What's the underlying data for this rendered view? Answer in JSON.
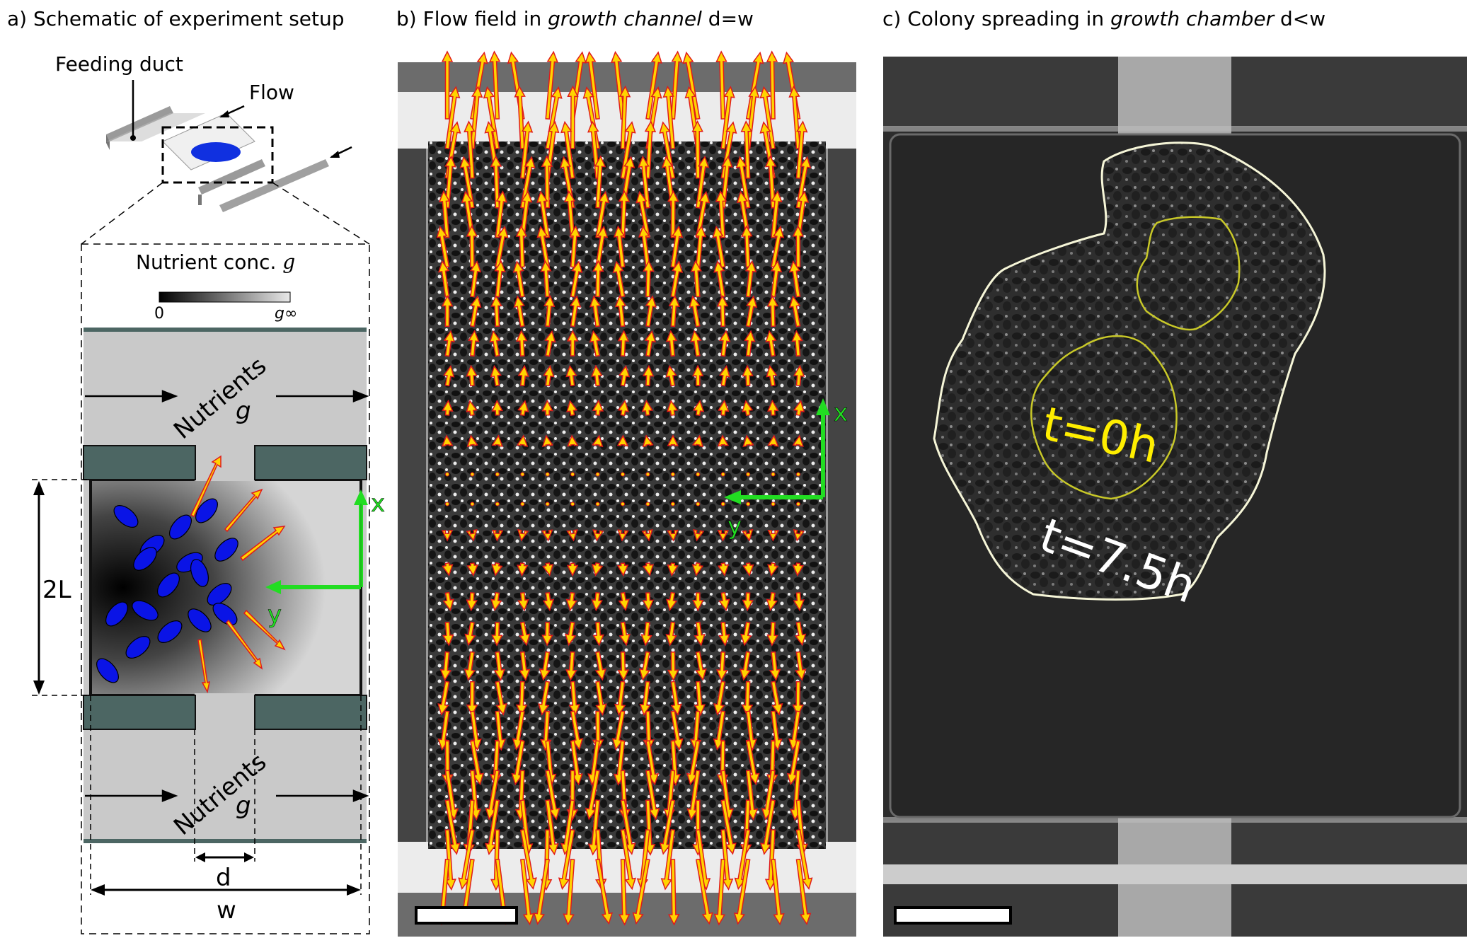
{
  "panels": {
    "a": {
      "title": "a) Schematic of experiment setup"
    },
    "b": {
      "title_prefix": "b) Flow field in ",
      "title_italic": "growth channel",
      "title_suffix": " d=w"
    },
    "c": {
      "title_prefix": "c) Colony spreading in ",
      "title_italic": "growth chamber",
      "title_suffix": " d<w"
    }
  },
  "schematic": {
    "feeding_duct_label": "Feeding duct",
    "flow_label": "Flow",
    "colorbar_title": "Nutrient conc.",
    "colorbar_symbol": "g",
    "colorbar_min": "0",
    "colorbar_max": "g∞",
    "nutrients_label": "Nutrients",
    "nutrients_symbol": "g",
    "dim_2L": "2L",
    "dim_d": "d",
    "dim_w": "w",
    "axis_x": "x",
    "axis_y": "y",
    "colors": {
      "wall": "#4c6663",
      "bacteria": "#0a14e6",
      "arrow_fill": "#ffd400",
      "arrow_edge": "#e01b1b",
      "axis_green": "#22dd22"
    }
  },
  "flow_field": {
    "axis_x": "x",
    "axis_y": "y"
  },
  "colony": {
    "label_t0": "t=0h",
    "label_t75": "t=7.5h",
    "colors": {
      "t0": "#ffee00",
      "t75": "#ffffff"
    }
  },
  "icons": {
    "scale_bar_b": "scale-bar-icon",
    "scale_bar_c": "scale-bar-icon"
  }
}
